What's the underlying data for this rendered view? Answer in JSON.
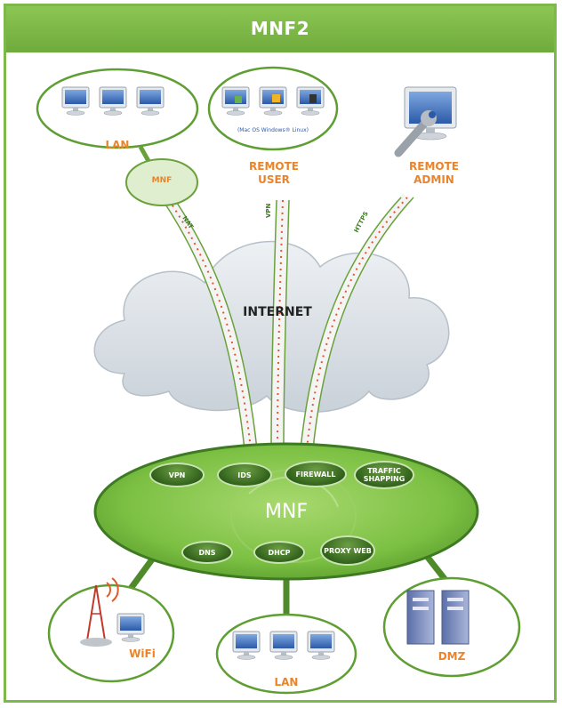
{
  "title": "MNF2",
  "cloud_label": "INTERNET",
  "hub": {
    "label": "MNF",
    "top_services": [
      "VPN",
      "IDS",
      "FIREWALL",
      "TRAFFIC SHAPPING"
    ],
    "bottom_services": [
      "DNS",
      "DHCP",
      "PROXY WEB"
    ]
  },
  "top_nodes": {
    "lan": "LAN",
    "mnf_small": "MNF",
    "remote_user": "REMOTE USER",
    "remote_user_os": "(Mac OS Windows® Linux)",
    "remote_admin": "REMOTE ADMIN"
  },
  "tunnels": {
    "left": "NAT",
    "middle": "VPN",
    "right": "HTTPS"
  },
  "bottom_nodes": {
    "wifi": "WiFi",
    "lan": "LAN",
    "dmz": "DMZ"
  },
  "colors": {
    "green": "#7cb94a",
    "dark_green": "#3d7a22",
    "orange": "#e9842b",
    "cloud": "#d7dde3"
  },
  "icons": [
    "monitor-icon",
    "wrench-icon",
    "wifi-tower-icon",
    "server-rack-icon",
    "cloud-icon"
  ]
}
